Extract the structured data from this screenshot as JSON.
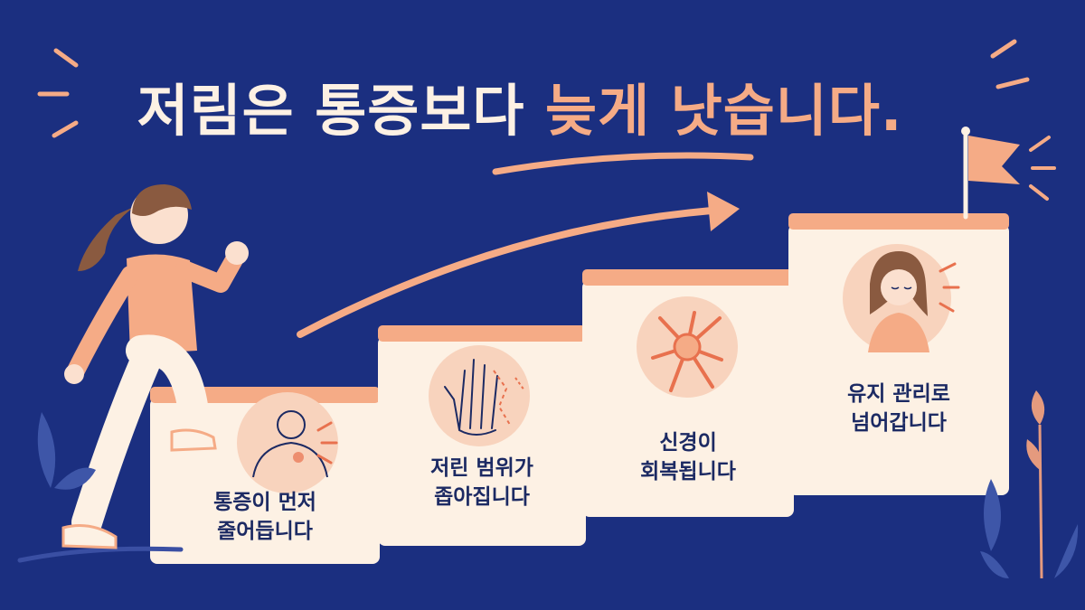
{
  "title": {
    "part1": "저림은 통증보다",
    "part2": "늦게 낫습니다."
  },
  "steps": [
    {
      "line1": "통증이 먼저",
      "line2": "줄어듭니다",
      "icon": "back-pain-icon"
    },
    {
      "line1": "저린 범위가",
      "line2": "좁아집니다",
      "icon": "hand-numbness-icon"
    },
    {
      "line1": "신경이",
      "line2": "회복됩니다",
      "icon": "nerve-cell-icon"
    },
    {
      "line1": "유지 관리로",
      "line2": "넘어갑니다",
      "icon": "calm-woman-icon"
    }
  ],
  "colors": {
    "background": "#1b2f80",
    "accent": "#f5ab86",
    "cream": "#fdf1e4",
    "step_top": "#f5ab86",
    "text_dark": "#1c2a63"
  }
}
